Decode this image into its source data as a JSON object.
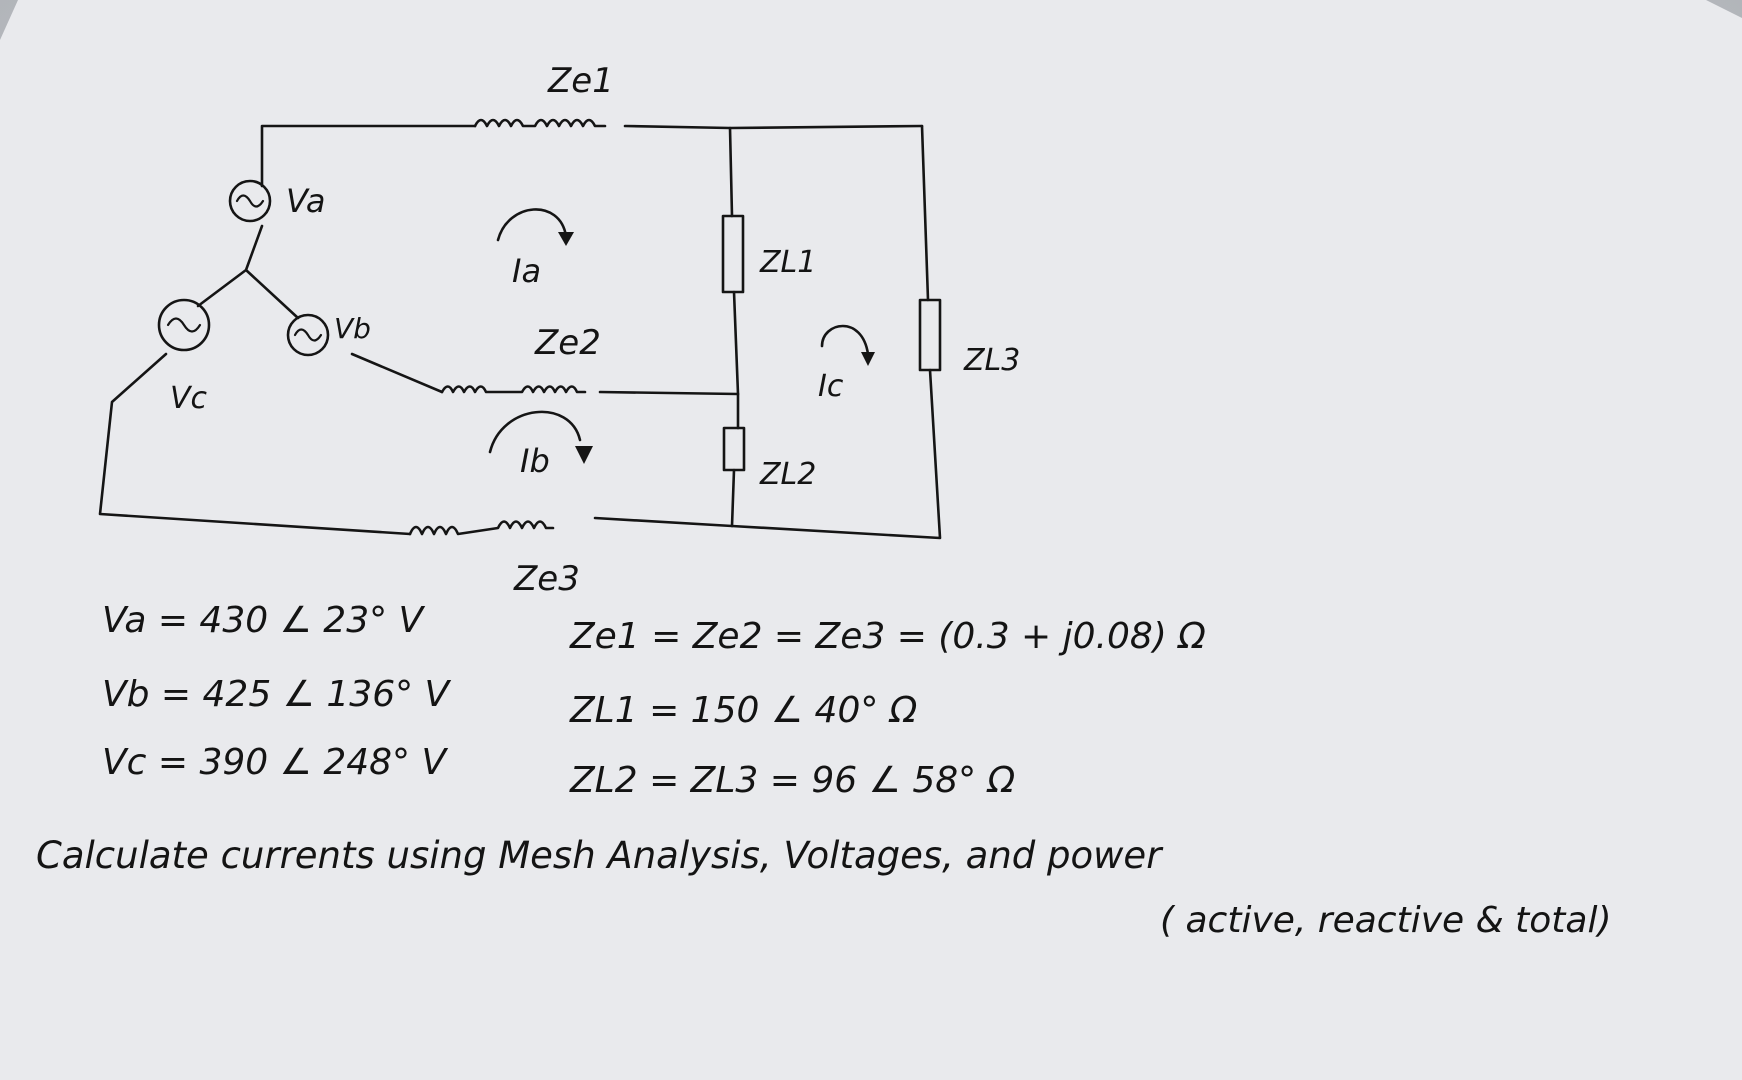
{
  "colors": {
    "ink": "#151515",
    "paper": "#e9eaed",
    "table": "#5f6266"
  },
  "labels": {
    "ze1": "Ze1",
    "ze2": "Ze2",
    "ze3": "Ze3",
    "zl1": "ZL1",
    "zl2": "ZL2",
    "zl3": "ZL3",
    "va": "Va",
    "vb": "Vb",
    "vc": "Vc",
    "ia": "Ia",
    "ib": "Ib",
    "ic": "Ic"
  },
  "source_icon": "ac-source-icon",
  "givens": {
    "va": "Va = 430 ∠ 23° V",
    "vb": "Vb = 425 ∠ 136° V",
    "vc": "Vc = 390 ∠ 248° V",
    "ze": "Ze1 = Ze2 = Ze3 = (0.3 + j0.08) Ω",
    "zl1": "ZL1 = 150 ∠ 40° Ω",
    "zl23": "ZL2 = ZL3 = 96 ∠ 58° Ω"
  },
  "task": {
    "line1": "Calculate currents using Mesh Analysis, Voltages, and power",
    "line2": "( active, reactive & total)"
  }
}
